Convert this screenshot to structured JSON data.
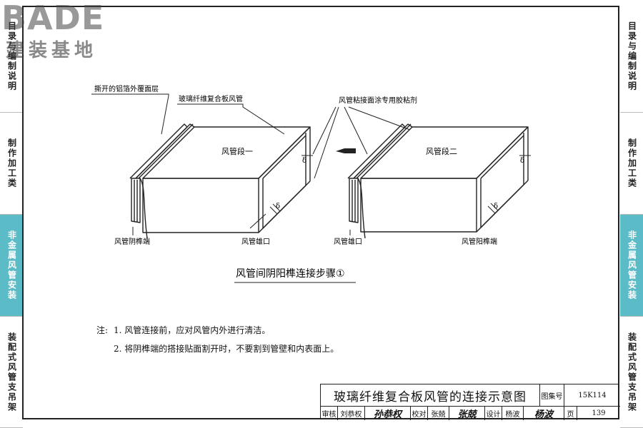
{
  "logo": {
    "brand": "BADE",
    "subtitle": "建装基地"
  },
  "side_tabs": [
    {
      "label": "目录与编制说明",
      "active": false
    },
    {
      "label": "制作加工类",
      "active": false
    },
    {
      "label": "非金属风管安装",
      "active": true
    },
    {
      "label": "装配式风管支吊架",
      "active": false
    }
  ],
  "colors": {
    "active_tab": "#5bbcc8",
    "line": "#222222"
  },
  "diagram": {
    "labels": {
      "foil_layer": "撕开的铝箔外覆面层",
      "fiberglass_duct": "玻璃纤维复合板风管",
      "adhesive": "风管粘接面涂专用胶粘剂",
      "segment_one": "风管段一",
      "segment_two": "风管段二",
      "female_end": "风管阴榫端",
      "male_port_1": "风管雄口",
      "male_port_2": "风管雄口",
      "male_end": "风管阳榫端",
      "delta": "δ",
      "caption": "风管间阴阳榫连接步骤①"
    }
  },
  "notes": {
    "label": "注:",
    "items": [
      "1. 风管连接前，应对风管内外进行清洁。",
      "2. 将阴榫端的搭接贴面割开时，不要割到管壁和内表面上。"
    ]
  },
  "title_block": {
    "title": "玻璃纤维复合板风管的连接示意图",
    "atlas_label": "图集号",
    "atlas_no": "15K114",
    "review_label": "审核",
    "reviewer": "刘恭权",
    "reviewer_sig": "孙恭权",
    "check_label": "校对",
    "checker": "张兢",
    "checker_sig": "张兢",
    "design_label": "设计",
    "designer": "杨波",
    "designer_sig": "杨波",
    "page_label": "页",
    "page_no": "139"
  }
}
